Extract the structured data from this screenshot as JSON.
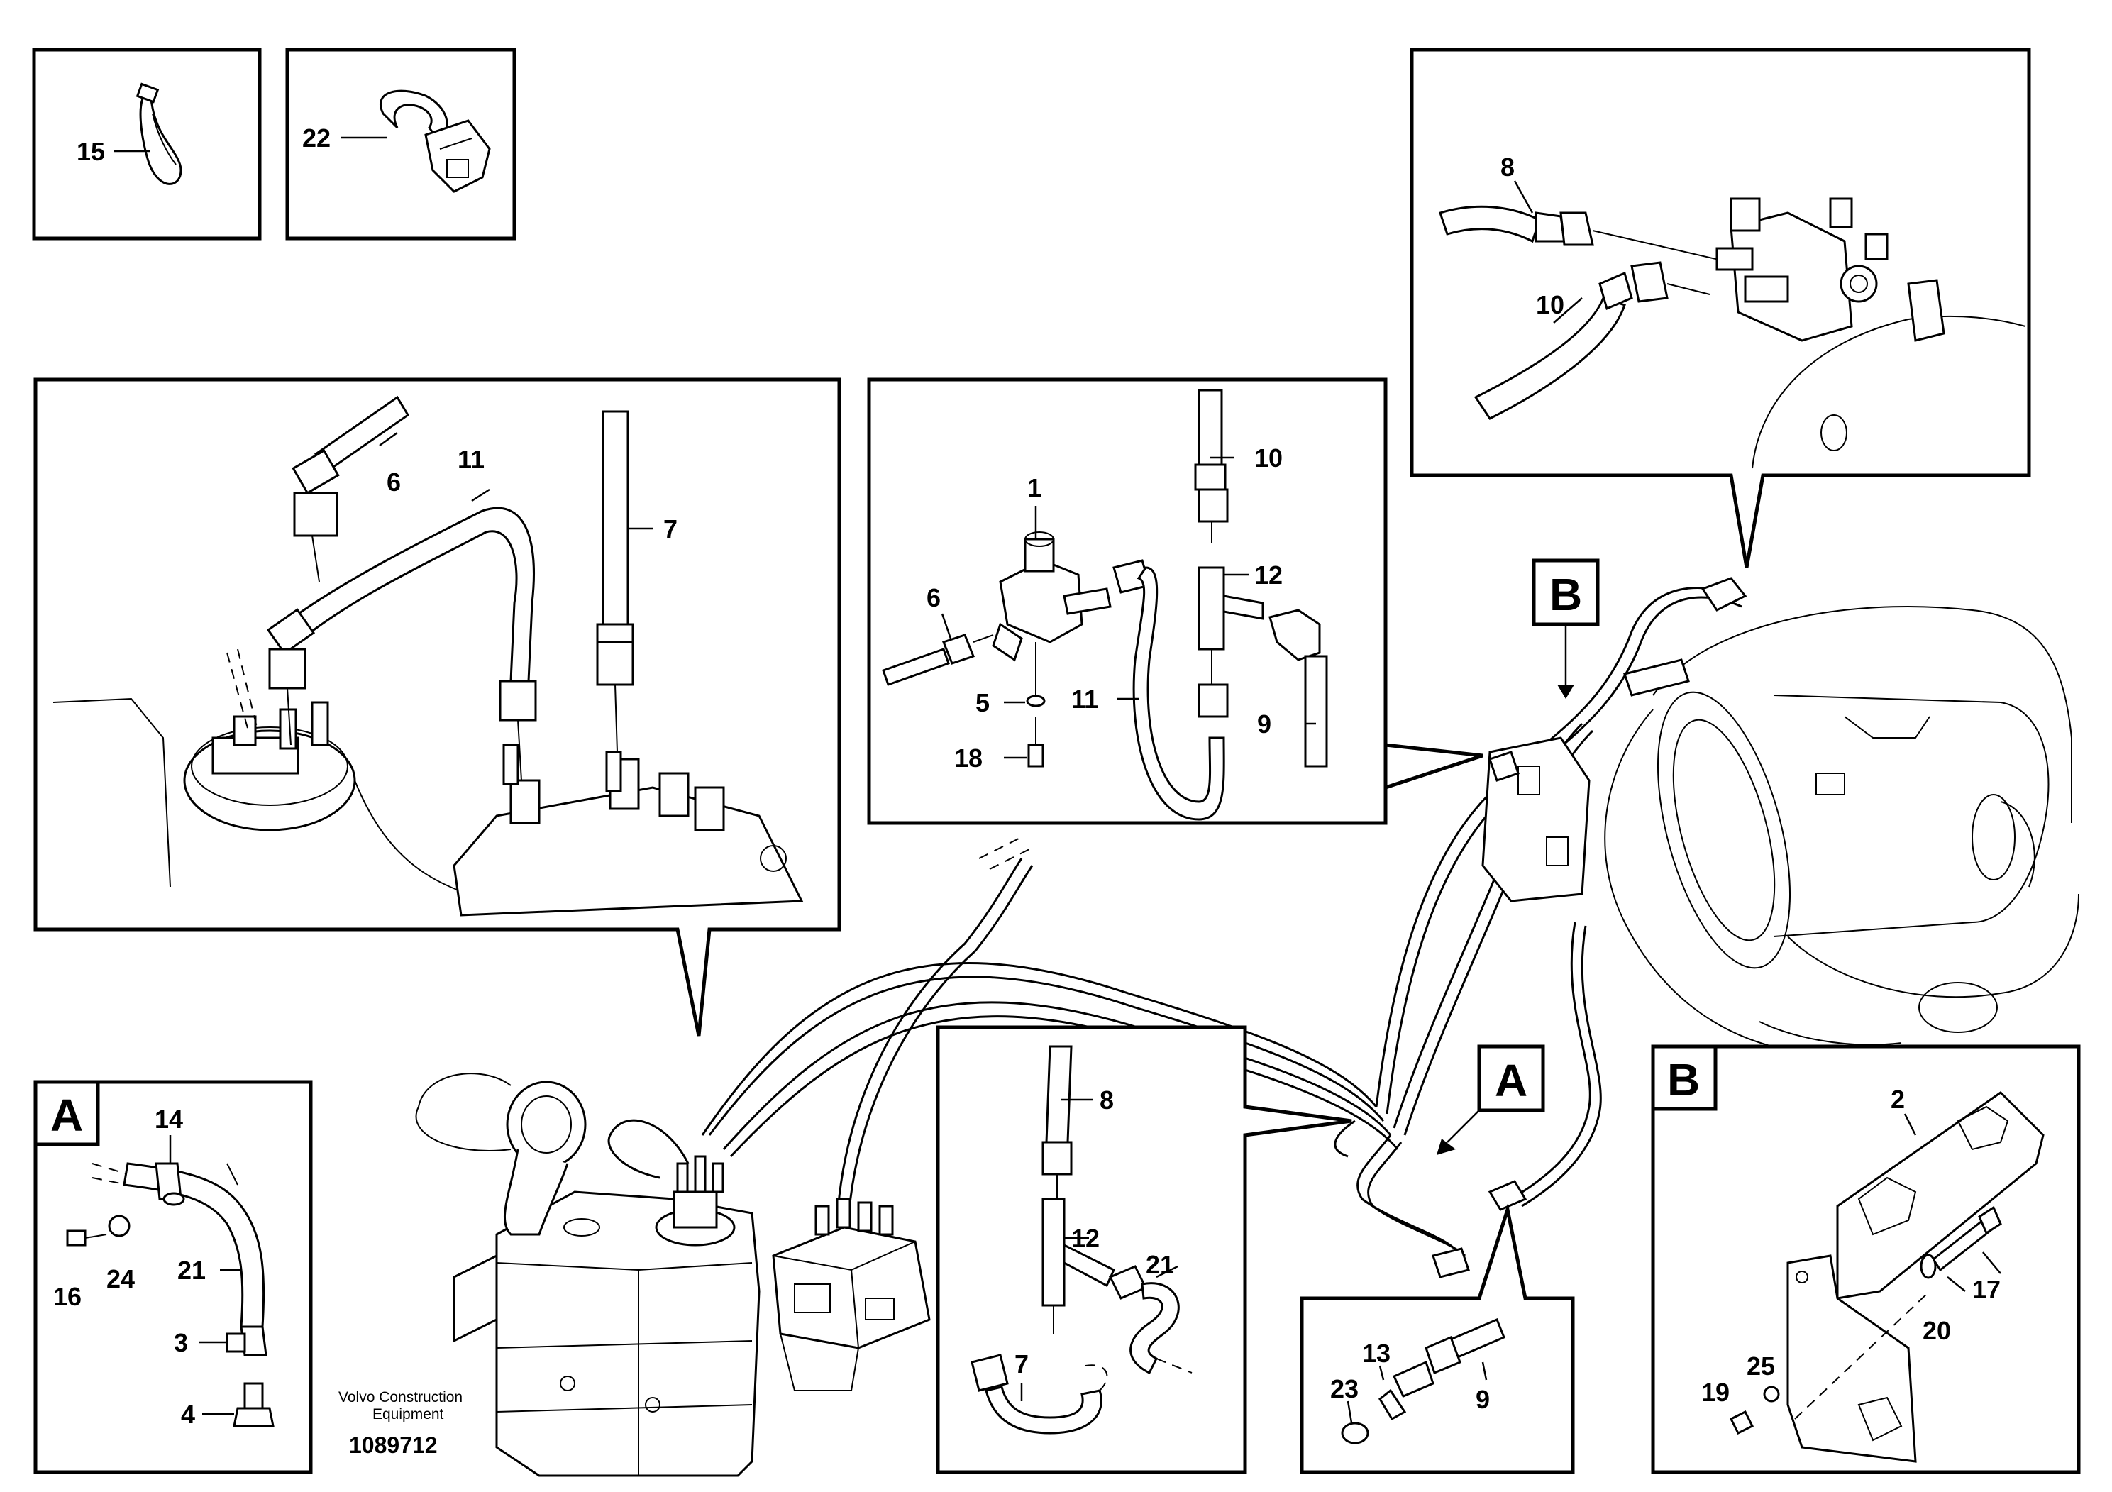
{
  "diagram": {
    "caption_line1": "Volvo Construction",
    "caption_line2": "Equipment",
    "doc_number": "1089712"
  },
  "view_markers": {
    "a": "A",
    "b": "B"
  },
  "parts": {
    "p1": "1",
    "p2": "2",
    "p3": "3",
    "p4": "4",
    "p5": "5",
    "p6": "6",
    "p7": "7",
    "p8": "8",
    "p9": "9",
    "p10": "10",
    "p11": "11",
    "p12": "12",
    "p13": "13",
    "p14": "14",
    "p15": "15",
    "p16": "16",
    "p17": "17",
    "p18": "18",
    "p19": "19",
    "p20": "20",
    "p21": "21",
    "p22": "22",
    "p23": "23",
    "p24": "24",
    "p25": "25"
  }
}
